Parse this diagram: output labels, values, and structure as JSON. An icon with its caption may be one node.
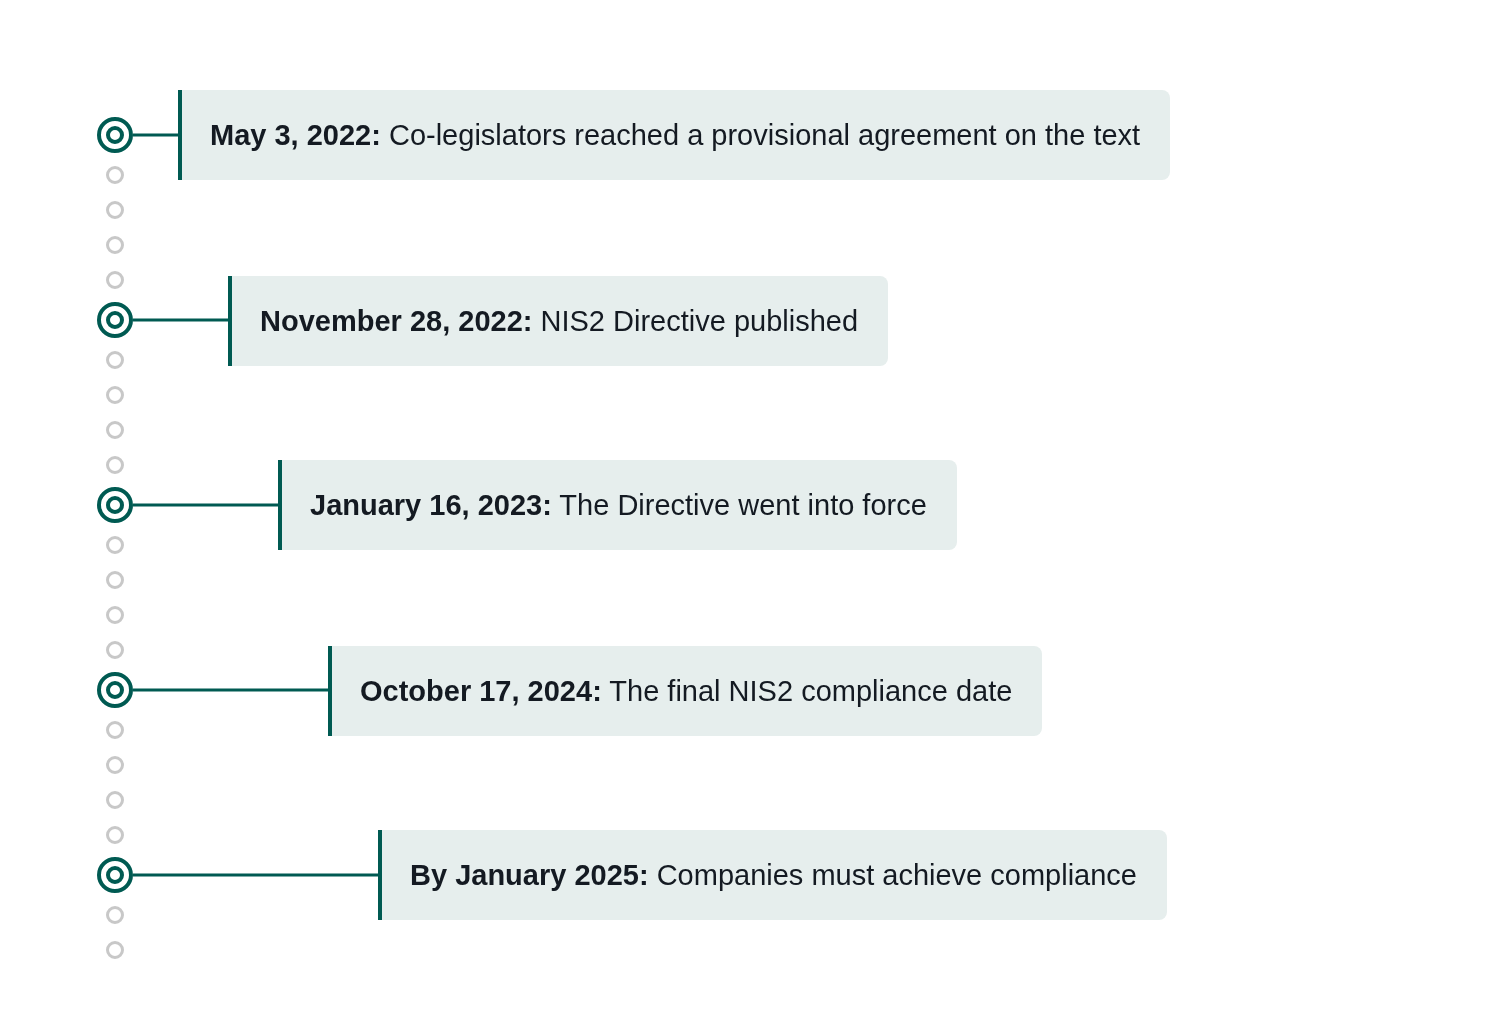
{
  "diagram": {
    "nodes": [
      {
        "text": [],
        "shape": "circle"
      },
      {
        "text": [
          "**May 3, 2022:** Co-legislators reached a provisional agreement on the text"
        ]
      },
      {
        "text": [],
        "shape": "circle"
      },
      {
        "text": [
          "**November 28, 2022:** NIS2 Directive published"
        ]
      },
      {
        "text": [],
        "shape": "circle"
      },
      {
        "text": [
          "**January 16, 2023:** The Directive went into force"
        ]
      },
      {
        "text": [],
        "shape": "circle"
      },
      {
        "text": [
          "**October 17, 2024:** The final NIS2 compliance date"
        ]
      },
      {
        "text": [],
        "shape": "circle"
      },
      {
        "text": [
          "**By January 2025:** Companies must achieve compliance"
        ]
      }
    ],
    "edges": [
      {
        "from": 0,
        "to": 1,
        "arrow": "none"
      },
      {
        "from": 2,
        "to": 3,
        "arrow": "none"
      },
      {
        "from": 4,
        "to": 5,
        "arrow": "none"
      },
      {
        "from": 6,
        "to": 7,
        "arrow": "none"
      },
      {
        "from": 8,
        "to": 9,
        "arrow": "none"
      }
    ]
  }
}
